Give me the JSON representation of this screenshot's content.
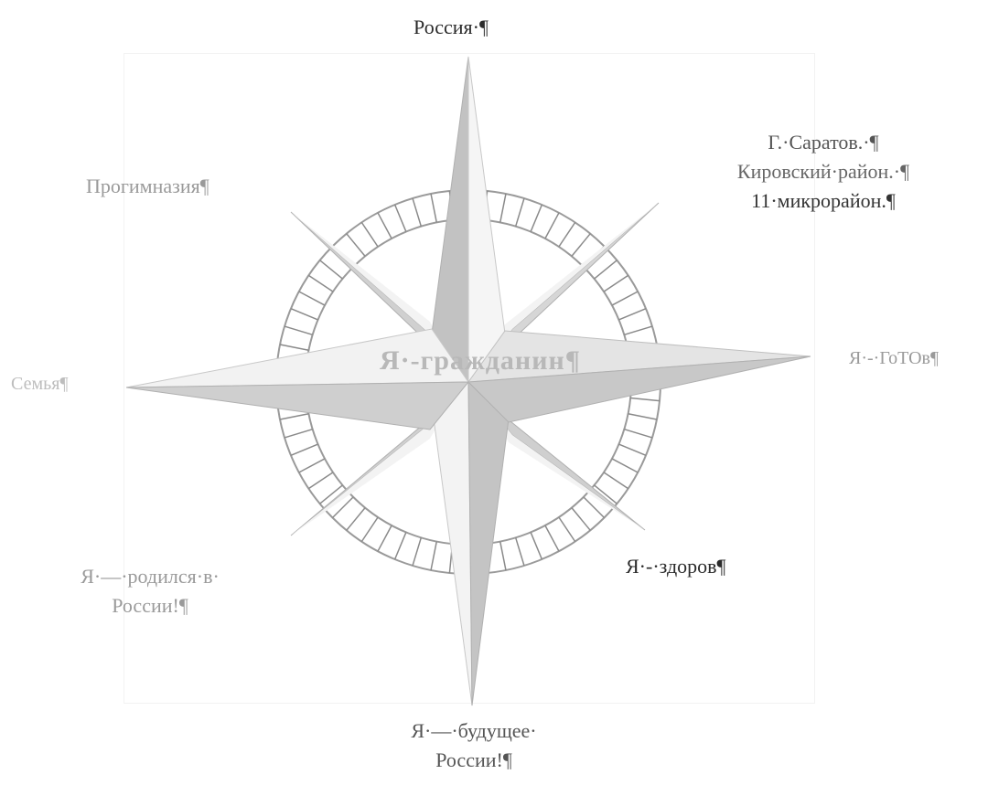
{
  "center_label": "Я·-гражданин¶",
  "labels": {
    "north": "Россия·¶",
    "northeast_line1": "Г.·Саратов.·¶",
    "northeast_line2": "Кировский·район.·¶",
    "northeast_line3": "11·микрорайон.¶",
    "northwest": "Прогимназия¶",
    "east": "Я·-·ГоТОв¶",
    "west": "Семья¶",
    "southeast": "Я·-·здоров¶",
    "southwest_line1": "Я·—·родился·в·",
    "southwest_line2": "России!¶",
    "south_line1": "Я·—·будущее·",
    "south_line2": "России!¶"
  },
  "colors": {
    "star_light": "#f4f4f4",
    "star_dark": "#bdbdbd",
    "ring_stroke": "#9a9a9a",
    "text_dark": "#2b2b2b"
  }
}
